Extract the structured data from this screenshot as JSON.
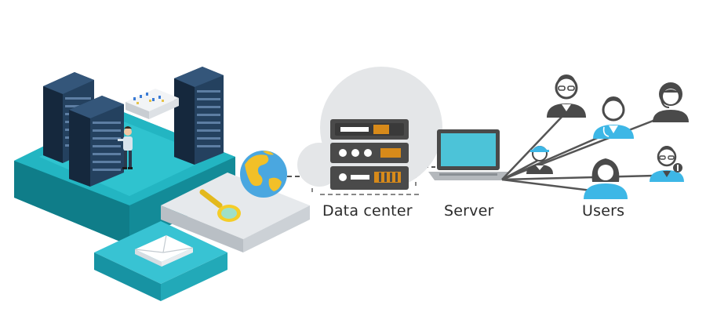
{
  "labels": {
    "data_center": "Data center",
    "server": "Server",
    "users": "Users"
  },
  "icons": {
    "server_racks": "server-rack-icon",
    "technician": "technician-icon",
    "globe": "globe-icon",
    "magnifier": "magnifier-icon",
    "envelope": "envelope-icon",
    "data_center": "data-center-rack-icon",
    "laptop": "laptop-icon",
    "users": [
      "user-glasses-icon",
      "user-doctor-icon",
      "user-headset-icon",
      "user-engineer-icon",
      "user-woman-icon",
      "user-businessman-icon"
    ]
  },
  "colors": {
    "rack_dark": "#1f3550",
    "teal_base": "#1a9aa8",
    "teal_dark": "#0f6f7c",
    "platform_gray": "#dfe3e6",
    "user_dark": "#4a4a4a",
    "user_blue": "#3db7e6",
    "link_line": "#555555",
    "laptop_screen": "#4cc3d8"
  }
}
